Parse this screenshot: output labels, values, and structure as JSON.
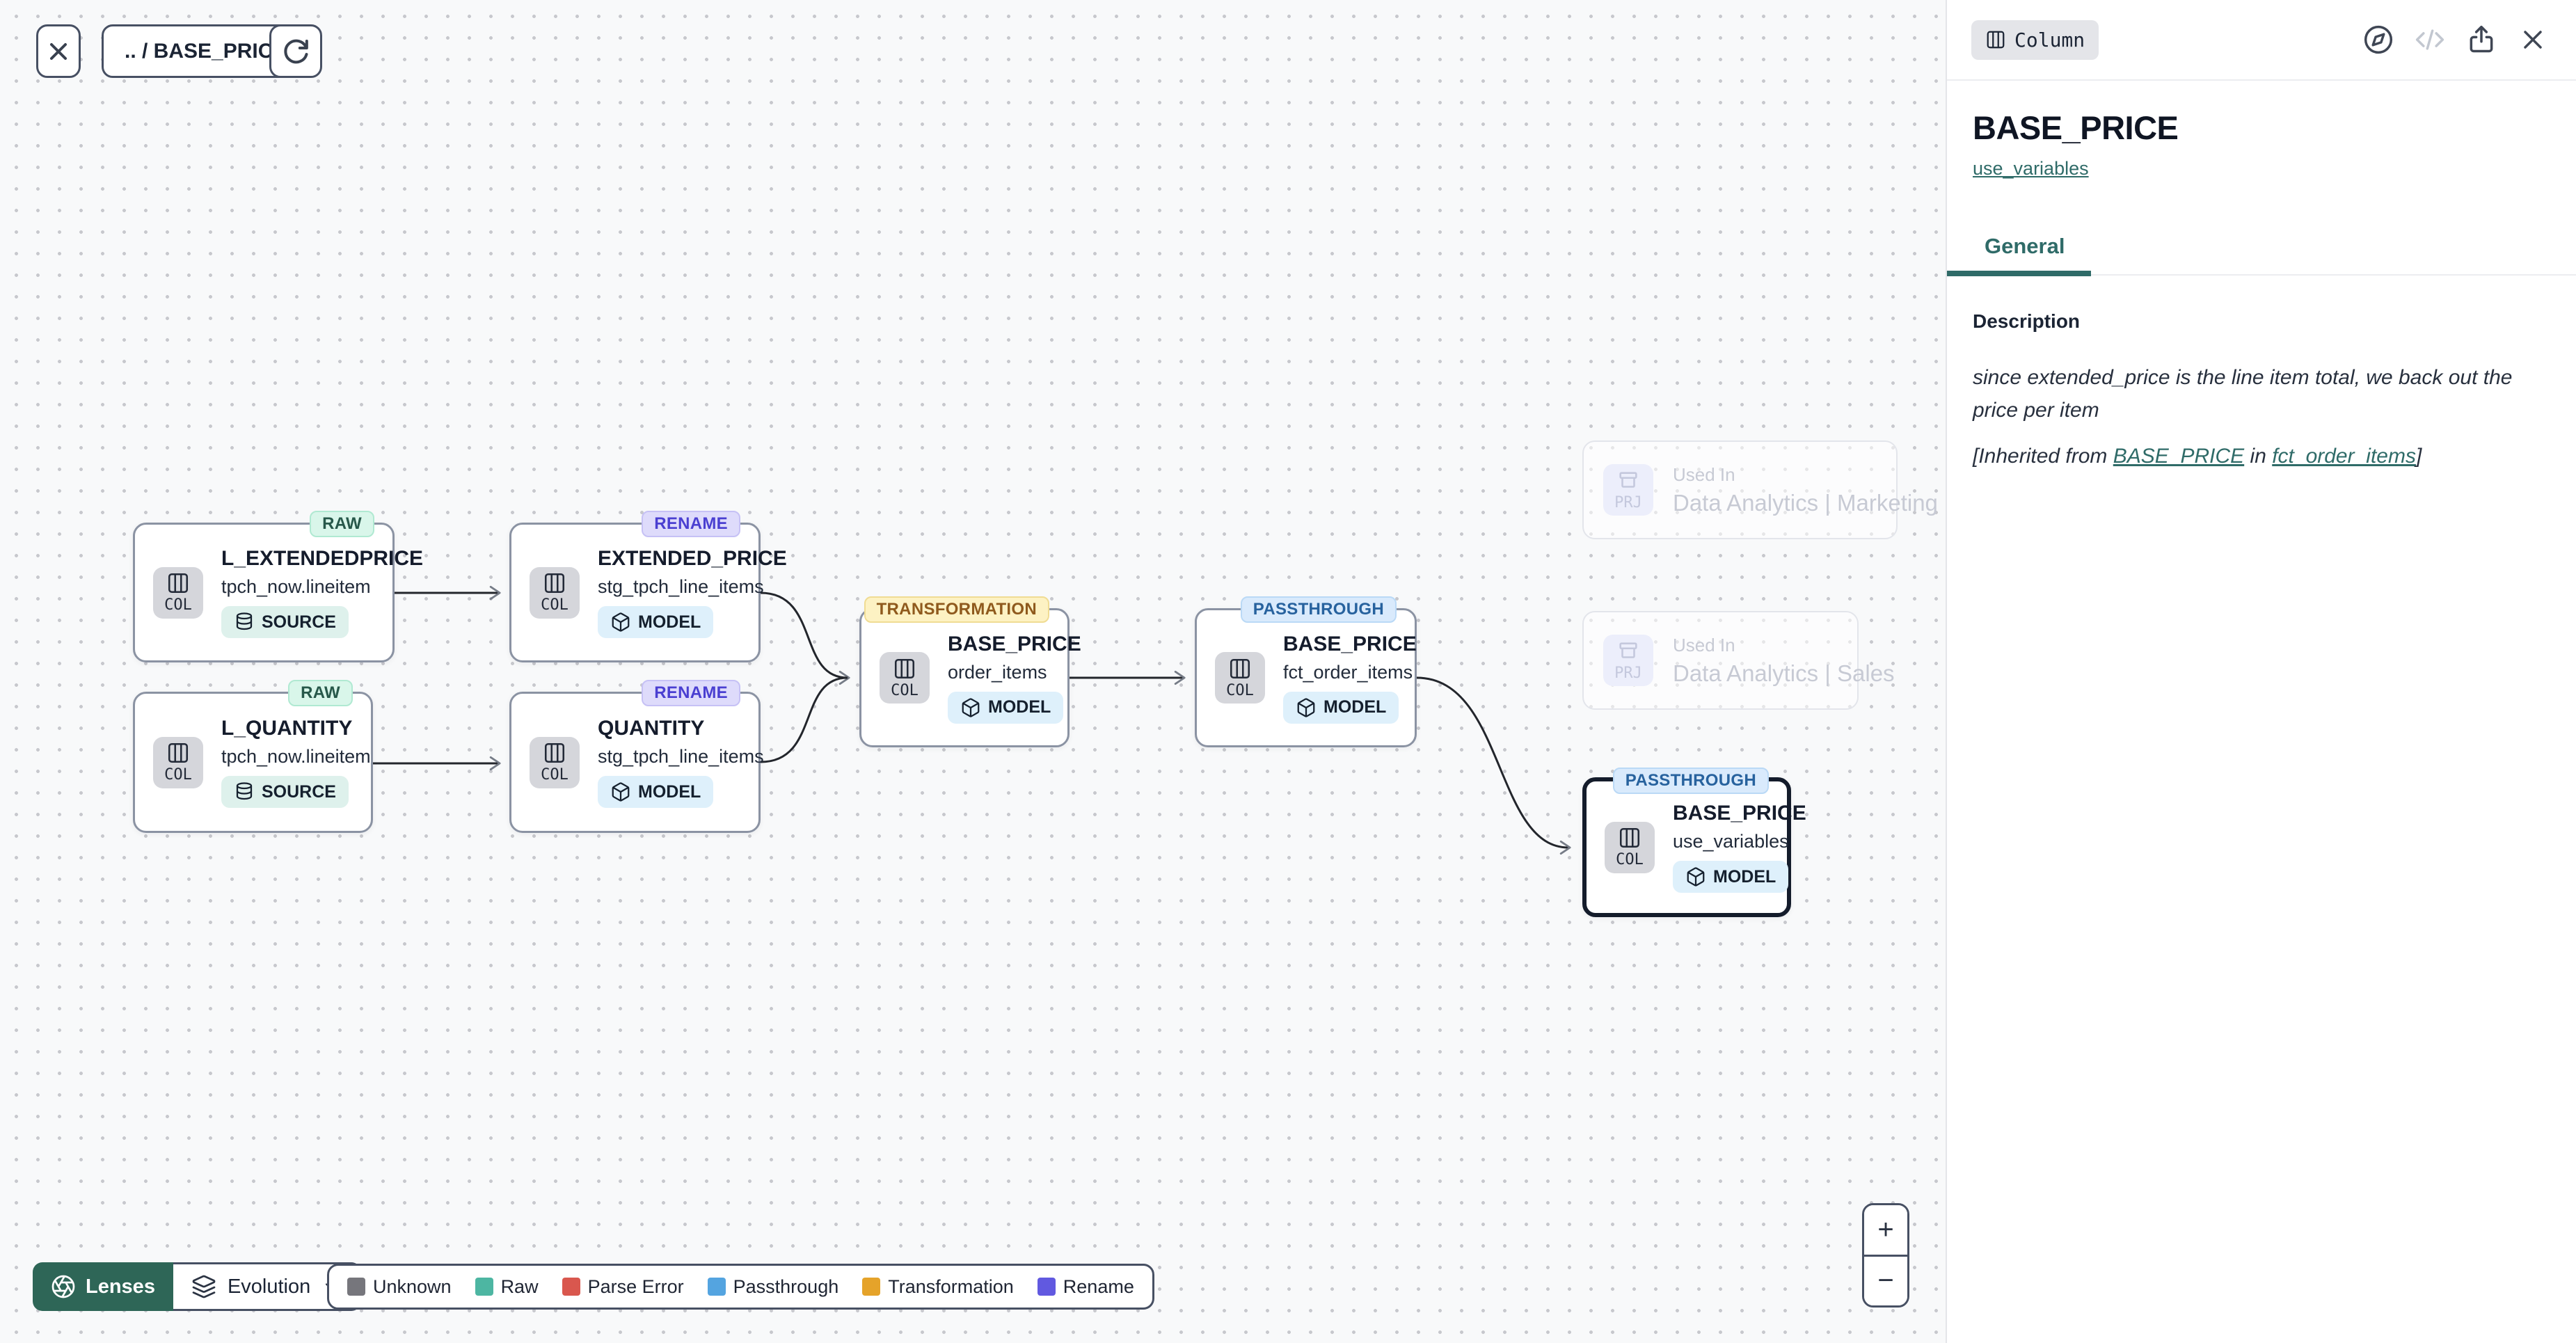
{
  "toolbar": {
    "breadcrumb": ".. / BASE_PRICE"
  },
  "graph": {
    "nodes": [
      {
        "change_type": "RAW",
        "title": "L_EXTENDEDPRICE",
        "subtitle": "tpch_now.lineitem",
        "kind": "SOURCE",
        "chip_label": "COL"
      },
      {
        "change_type": "RENAME",
        "title": "EXTENDED_PRICE",
        "subtitle": "stg_tpch_line_items",
        "kind": "MODEL",
        "chip_label": "COL"
      },
      {
        "change_type": "RAW",
        "title": "L_QUANTITY",
        "subtitle": "tpch_now.lineitem",
        "kind": "SOURCE",
        "chip_label": "COL"
      },
      {
        "change_type": "RENAME",
        "title": "QUANTITY",
        "subtitle": "stg_tpch_line_items",
        "kind": "MODEL",
        "chip_label": "COL"
      },
      {
        "change_type": "TRANSFORMATION",
        "title": "BASE_PRICE",
        "subtitle": "order_items",
        "kind": "MODEL",
        "chip_label": "COL"
      },
      {
        "change_type": "PASSTHROUGH",
        "title": "BASE_PRICE",
        "subtitle": "fct_order_items",
        "kind": "MODEL",
        "chip_label": "COL"
      },
      {
        "change_type": "PASSTHROUGH",
        "title": "BASE_PRICE",
        "subtitle": "use_variables",
        "kind": "MODEL",
        "chip_label": "COL",
        "selected": true
      }
    ],
    "used_in": [
      {
        "chip_label": "PRJ",
        "label_small": "Used In",
        "name": "Data Analytics | Marketing"
      },
      {
        "chip_label": "PRJ",
        "label_small": "Used In",
        "name": "Data Analytics | Sales"
      }
    ],
    "edges": [
      {
        "from": "L_EXTENDEDPRICE (tpch_now.lineitem)",
        "to": "EXTENDED_PRICE (stg_tpch_line_items)"
      },
      {
        "from": "L_QUANTITY (tpch_now.lineitem)",
        "to": "QUANTITY (stg_tpch_line_items)"
      },
      {
        "from": "EXTENDED_PRICE (stg_tpch_line_items)",
        "to": "BASE_PRICE (order_items)"
      },
      {
        "from": "QUANTITY (stg_tpch_line_items)",
        "to": "BASE_PRICE (order_items)"
      },
      {
        "from": "BASE_PRICE (order_items)",
        "to": "BASE_PRICE (fct_order_items)"
      },
      {
        "from": "BASE_PRICE (fct_order_items)",
        "to": "BASE_PRICE (use_variables)"
      }
    ]
  },
  "lensbar": {
    "lenses_label": "Lenses",
    "selected_lens": "Evolution"
  },
  "legend": {
    "items": [
      {
        "label": "Unknown",
        "color": "#76767c"
      },
      {
        "label": "Raw",
        "color": "#4db6a2"
      },
      {
        "label": "Parse Error",
        "color": "#d9574e"
      },
      {
        "label": "Passthrough",
        "color": "#54a4e0"
      },
      {
        "label": "Transformation",
        "color": "#e5a32a"
      },
      {
        "label": "Rename",
        "color": "#6159e0"
      }
    ]
  },
  "zoom_controls": {
    "zoom_in": "+",
    "zoom_out": "−"
  },
  "panel": {
    "type_badge": "Column",
    "title": "BASE_PRICE",
    "model_link": "use_variables",
    "tabs": [
      {
        "label": "General",
        "active": true
      }
    ],
    "description": {
      "heading": "Description",
      "body": "since extended_price is the line item total, we back out the price per item",
      "inherited_prefix": "[Inherited from ",
      "inherited_link_column": "BASE_PRICE",
      "inherited_mid": " in ",
      "inherited_link_model": "fct_order_items",
      "inherited_suffix": "]"
    }
  },
  "icons": {
    "close": "x-lines",
    "refresh": "circular-arrow",
    "columns": "three-column-rect",
    "database": "cylinder-stack",
    "model": "cube",
    "project": "archive-drawer",
    "lenses": "aperture",
    "evolution": "layers-stack",
    "chevron_down": "chevron",
    "compass": "circle-needle",
    "code": "angle-brackets-slash",
    "share": "box-arrow-up"
  },
  "theme": {
    "accent_teal": "#2f6b68",
    "lenses_green": "#2e6657",
    "canvas_bg": "#f8f9fa",
    "node_border": "#8b93a3",
    "node_border_selected": "#141c2b",
    "raw_bg": "#d9f6ea",
    "rename_bg": "#dedbfb",
    "transformation_bg": "#fdf2c3",
    "passthrough_bg": "#d9eafc"
  }
}
